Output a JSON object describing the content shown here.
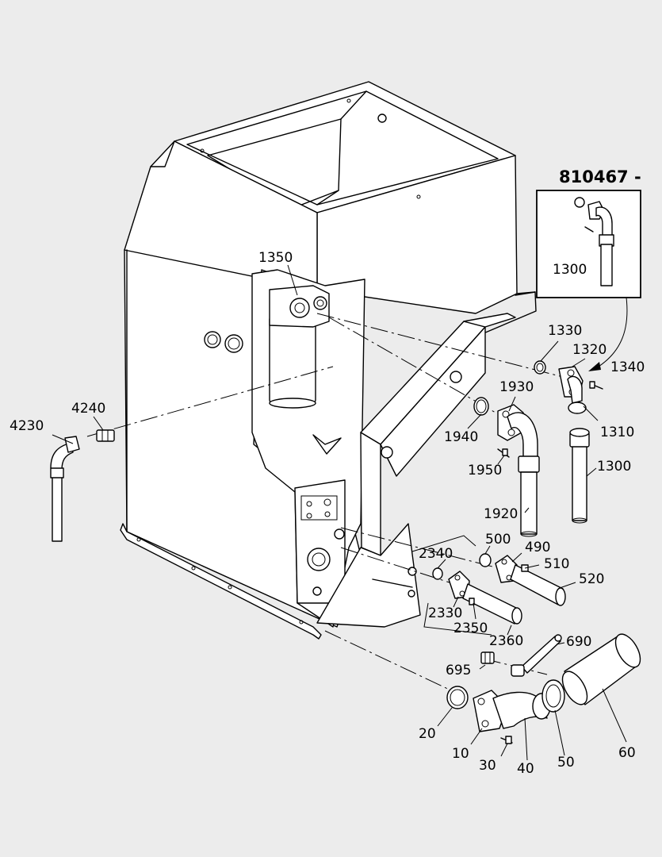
{
  "inset": {
    "header": "810467 -",
    "label": "1300"
  },
  "callouts": {
    "c1350": "1350",
    "c4240": "4240",
    "c4230": "4230",
    "c1330": "1330",
    "c1320": "1320",
    "c1340": "1340",
    "c1930": "1930",
    "c1940": "1940",
    "c1310": "1310",
    "c1950": "1950",
    "c1300": "1300",
    "c1920": "1920",
    "c500": "500",
    "c490": "490",
    "c2340": "2340",
    "c510": "510",
    "c520": "520",
    "c2330": "2330",
    "c2350": "2350",
    "c2360": "2360",
    "c690": "690",
    "c695": "695",
    "c20": "20",
    "c10": "10",
    "c30": "30",
    "c40": "40",
    "c50": "50",
    "c60": "60"
  },
  "colors": {
    "background": "#ececec",
    "line": "#000000",
    "part_fill": "#ffffff"
  }
}
